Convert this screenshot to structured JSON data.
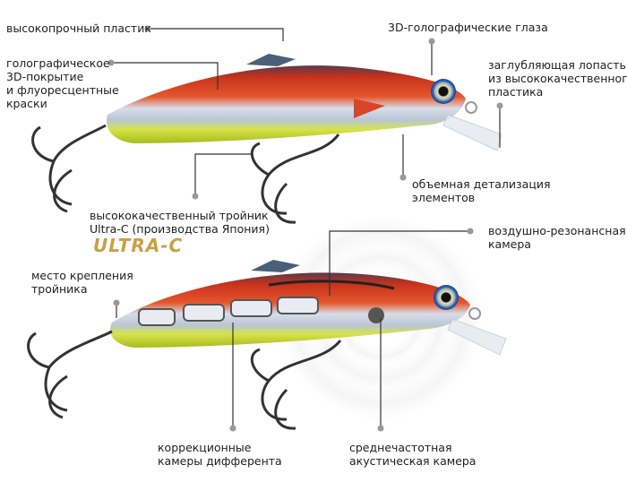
{
  "callouts": {
    "plastic": "высокопрочный пластик",
    "coating": [
      "голографическое",
      "3D-покрытие",
      "и флуоресцентные",
      "краски"
    ],
    "eyes": "3D-голографические глаза",
    "lip": [
      "заглубляющая лопасть",
      "из высококачественного",
      "пластика"
    ],
    "detail": [
      "объемная детализация",
      "элементов"
    ],
    "hook": [
      "высококачественный тройник",
      "Ultra-C (производства Япония)"
    ],
    "air_chamber": [
      "воздушно-резонансная",
      "камера"
    ],
    "mount": [
      "место крепления",
      "тройника"
    ],
    "trim": [
      "коррекционные",
      "камеры дифферента"
    ],
    "acoustic": [
      "среднечастотная",
      "акустическая камера"
    ]
  },
  "logo_text": "ULTRA-C",
  "colors": {
    "accent_gold": "#c9a043",
    "line": "#333333",
    "dot": "#999999"
  }
}
